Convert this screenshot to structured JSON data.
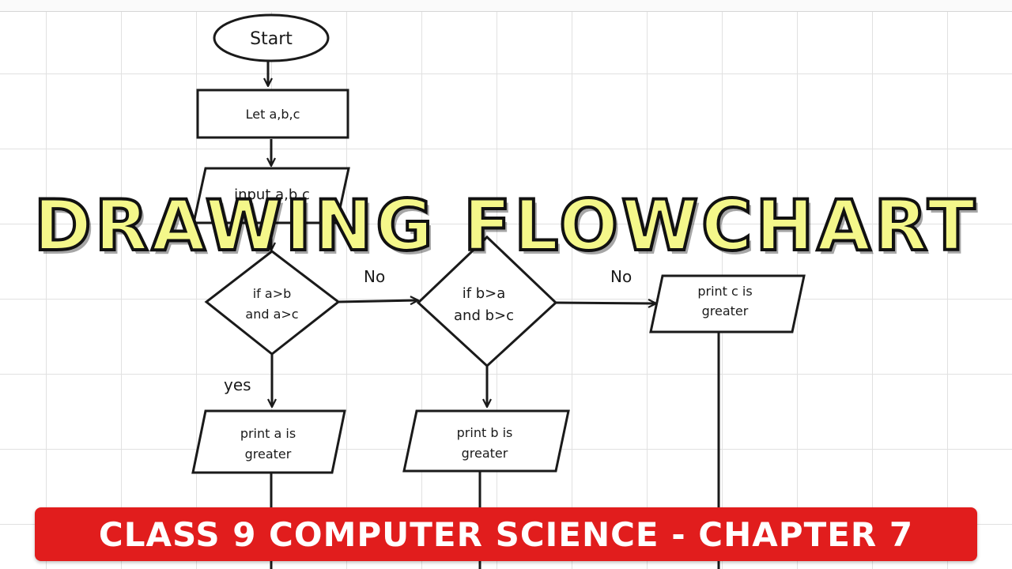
{
  "diagram": {
    "nodes": {
      "start": "Start",
      "declare": "Let a,b,c",
      "input": "input a,b,c",
      "decision_a_line1": "if a>b",
      "decision_a_line2": "and a>c",
      "decision_b_line1": "if b>a",
      "decision_b_line2": "and b>c",
      "print_a_line1": "print a is",
      "print_a_line2": "greater",
      "print_b_line1": "print b is",
      "print_b_line2": "greater",
      "print_c_line1": "print c is",
      "print_c_line2": "greater"
    },
    "edge_labels": {
      "no_1": "No",
      "no_2": "No",
      "yes": "yes"
    }
  },
  "overlay": {
    "title": "DRAWING FLOWCHART",
    "banner": "CLASS 9 COMPUTER SCIENCE - CHAPTER 7"
  },
  "colors": {
    "title_fill": "#f4f78a",
    "banner_background": "#e11d1d",
    "banner_text": "#ffffff"
  }
}
